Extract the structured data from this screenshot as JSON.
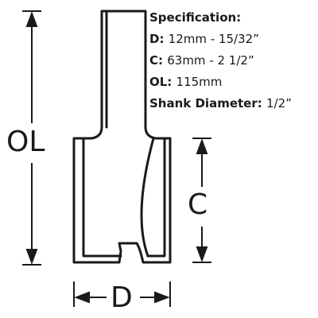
{
  "diagram": {
    "labels": {
      "ol": "OL",
      "c": "C",
      "d": "D"
    },
    "line_color": "#1a1a1a",
    "background": "#ffffff"
  },
  "specification": {
    "title": "Specification:",
    "rows": [
      {
        "key": "D:",
        "value": "12mm - 15/32”"
      },
      {
        "key": "C:",
        "value": "63mm - 2 1/2”"
      },
      {
        "key": "OL:",
        "value": "115mm"
      },
      {
        "key": "Shank Diameter:",
        "value": "1/2”"
      }
    ]
  }
}
